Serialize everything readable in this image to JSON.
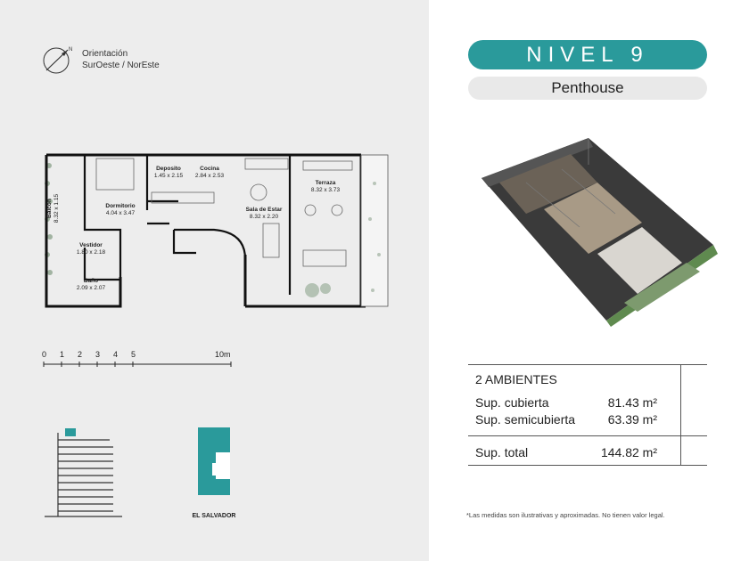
{
  "orientation": {
    "compass_letter": "N",
    "title": "Orientación",
    "value": "SurOeste / NorEste"
  },
  "rooms": [
    {
      "name": "Balcón",
      "dims": "8.32 x 1.15"
    },
    {
      "name": "Dormitorio",
      "dims": "4.04 x 3.47"
    },
    {
      "name": "Deposito",
      "dims": "1.45 x 2.15"
    },
    {
      "name": "Cocina",
      "dims": "2.84 x 2.53"
    },
    {
      "name": "Sala de Estar",
      "dims": "8.32 x 2.20"
    },
    {
      "name": "Terraza",
      "dims": "8.32 x 3.73"
    },
    {
      "name": "Vestidor",
      "dims": "1.80 x 2.18"
    },
    {
      "name": "Baño",
      "dims": "2.09 x 2.07"
    }
  ],
  "scale": {
    "labels": [
      "0",
      "1",
      "2",
      "3",
      "4",
      "5",
      "10m"
    ]
  },
  "site": {
    "street_label": "EL SALVADOR"
  },
  "level": {
    "title": "NIVEL 9",
    "unit_type": "Penthouse"
  },
  "summary": {
    "ambientes": "2 AMBIENTES",
    "rows": [
      {
        "label": "Sup. cubierta",
        "value": "81.43 m²"
      },
      {
        "label": "Sup. semicubierta",
        "value": "63.39 m²"
      }
    ],
    "total_label": "Sup. total",
    "total_value": "144.82 m²"
  },
  "footnote": "*Las medidas son ilustrativas y aproximadas. No tienen valor legal.",
  "colors": {
    "accent": "#2a9a9b",
    "left_panel": "#ededed",
    "pill_grey": "#e9e9e9"
  }
}
